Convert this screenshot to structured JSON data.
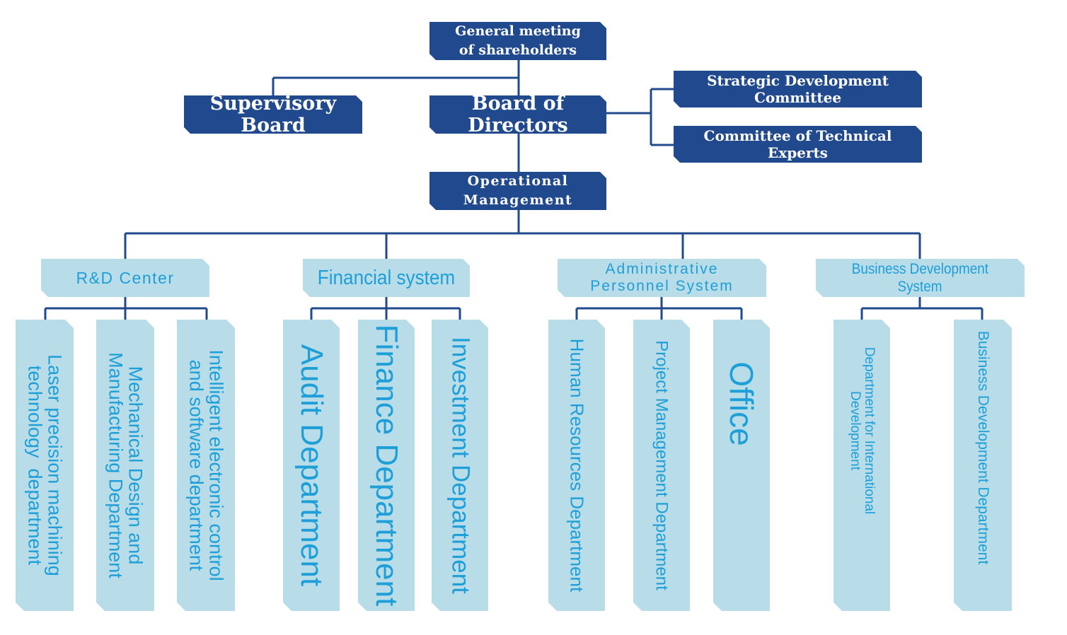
{
  "colors": {
    "dark_box": "#21498d",
    "light_box": "#b8dce8",
    "light_text": "#1e9fd8",
    "line": "#21498d"
  },
  "top": {
    "shareholders": [
      "General meeting",
      "of shareholders"
    ],
    "supervisory": "Supervisory Board",
    "directors": "Board of Directors",
    "strategic": "Strategic Development Committee",
    "technical": "Committee of Technical Experts",
    "operational": [
      "Operational",
      "Management"
    ]
  },
  "systems": {
    "rd": "R&D Center",
    "financial": "Financial system",
    "admin": [
      "Administrative",
      "Personnel System"
    ],
    "business": [
      "Business Development",
      "System"
    ]
  },
  "departments": {
    "laser": [
      "Laser precision machining",
      "technology  department"
    ],
    "mechanical": [
      "Mechanical Design and",
      "Manufacturing Department"
    ],
    "intelligent": [
      "Intelligent electronic control",
      "and software department"
    ],
    "audit": "Audit Department",
    "finance": "Finance Department",
    "investment": "Investment Department",
    "hr": "Human Resources Department",
    "project": "Project Management Department",
    "office": "Office",
    "international": [
      "Department for International",
      "Development"
    ],
    "business_dev": "Business Development Department"
  }
}
